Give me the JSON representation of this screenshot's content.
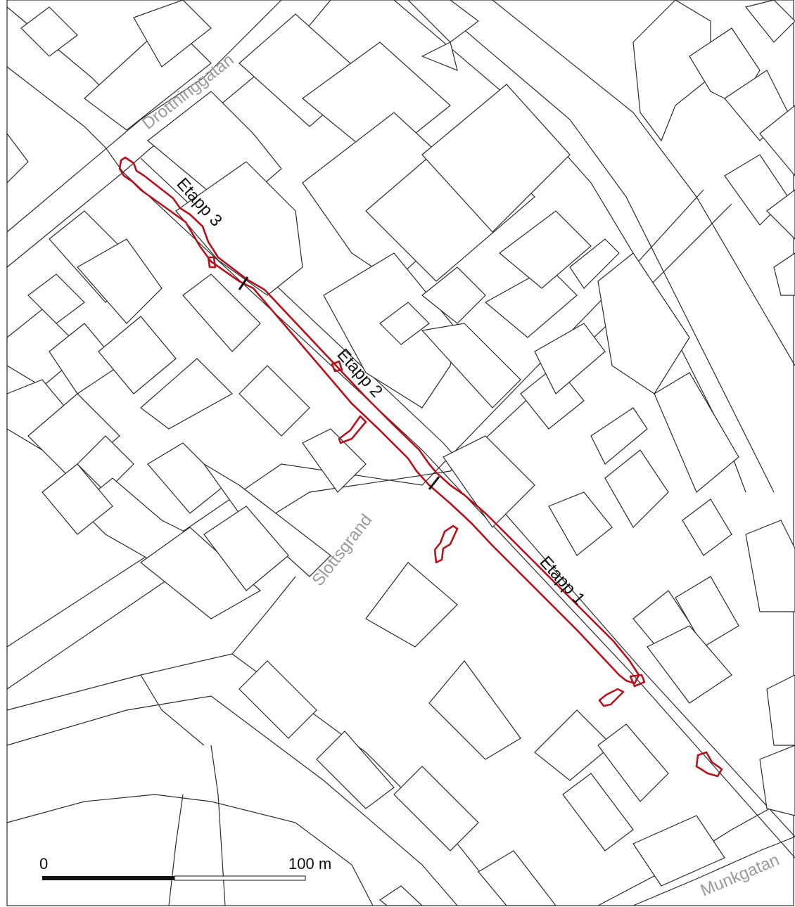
{
  "map": {
    "streets": {
      "drottninggatan": "Drottninggatan",
      "slottsgrand": "Slottsgrand",
      "munkgatan": "Munkgatan"
    },
    "stages": {
      "etapp1": "Etapp 1",
      "etapp2": "Etapp 2",
      "etapp3": "Etapp 3"
    },
    "scale_bar": {
      "start_label": "0",
      "end_label": "100 m"
    },
    "colors": {
      "work_area": "#b5121b",
      "lines": "#2b2b2b",
      "street_label": "#9a9a9a",
      "background": "#ffffff"
    }
  }
}
